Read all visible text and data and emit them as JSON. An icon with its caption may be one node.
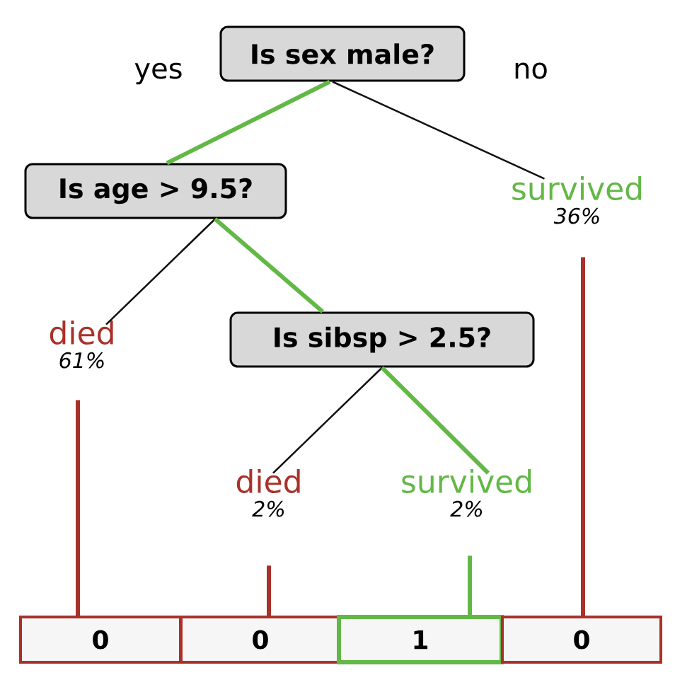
{
  "diagram": {
    "nodes": [
      {
        "text": [
          "Is sex male?"
        ]
      },
      {
        "text": [
          "Is age > 9.5?"
        ]
      },
      {
        "text": [
          "survived"
        ],
        "beside": [
          "36%"
        ]
      },
      {
        "text": [
          "died"
        ],
        "beside": [
          "61%"
        ]
      },
      {
        "text": [
          "Is sibsp > 2.5?"
        ]
      },
      {
        "text": [
          "died"
        ],
        "beside": [
          "2%"
        ]
      },
      {
        "text": [
          "survived"
        ],
        "beside": [
          "2%"
        ]
      },
      {
        "text": [
          "0"
        ]
      },
      {
        "text": [
          "0"
        ]
      },
      {
        "text": [
          "1"
        ]
      },
      {
        "text": [
          "0"
        ]
      }
    ],
    "edges": [
      {
        "from": 0,
        "to": 1,
        "arrow": "none",
        "color": "#62b846"
      },
      {
        "from": 0,
        "to": 2,
        "arrow": "none",
        "color": "#111111"
      },
      {
        "from": 1,
        "to": 3,
        "arrow": "none",
        "color": "#111111"
      },
      {
        "from": 1,
        "to": 4,
        "arrow": "none",
        "color": "#62b846"
      },
      {
        "from": 4,
        "to": 5,
        "arrow": "none",
        "color": "#111111"
      },
      {
        "from": 4,
        "to": 6,
        "arrow": "none",
        "color": "#62b846"
      },
      {
        "from": 3,
        "to": 7,
        "arrow": "none",
        "color": "#a8322a"
      },
      {
        "from": 5,
        "to": 8,
        "arrow": "none",
        "color": "#a8322a"
      },
      {
        "from": 6,
        "to": 9,
        "arrow": "none",
        "color": "#62b846"
      },
      {
        "from": 2,
        "to": 10,
        "arrow": "none",
        "color": "#a8322a"
      }
    ],
    "labels": [
      "yes",
      "no"
    ]
  }
}
